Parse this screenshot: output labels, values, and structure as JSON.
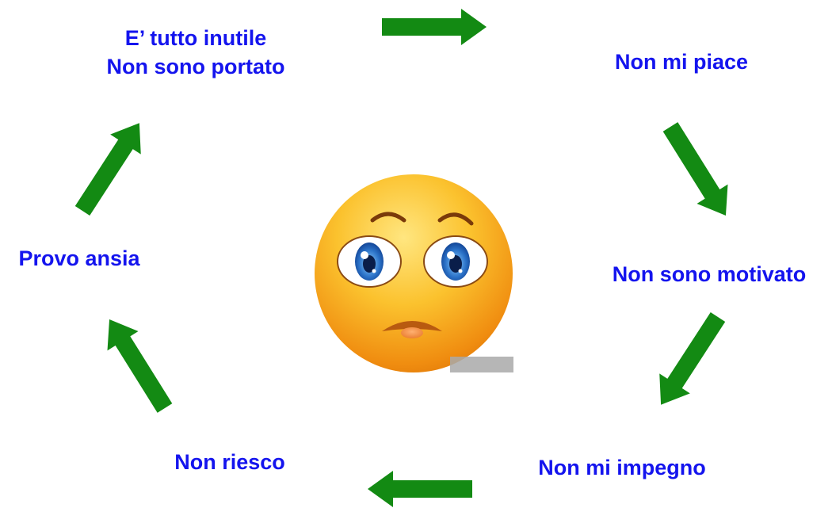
{
  "cycle": {
    "stages": [
      {
        "lines": [
          "E’ tutto inutile",
          "Non sono portato"
        ]
      },
      {
        "lines": [
          "Non mi piace"
        ]
      },
      {
        "lines": [
          "Non sono motivato"
        ]
      },
      {
        "lines": [
          "Non mi impegno"
        ]
      },
      {
        "lines": [
          "Non riesco"
        ]
      },
      {
        "lines": [
          "Provo ansia"
        ]
      }
    ],
    "colors": {
      "text": "#1414ee",
      "arrow": "#138a13",
      "face": "#f7a51c"
    }
  },
  "center_image": {
    "icon": "sad-face-emoji-icon"
  }
}
